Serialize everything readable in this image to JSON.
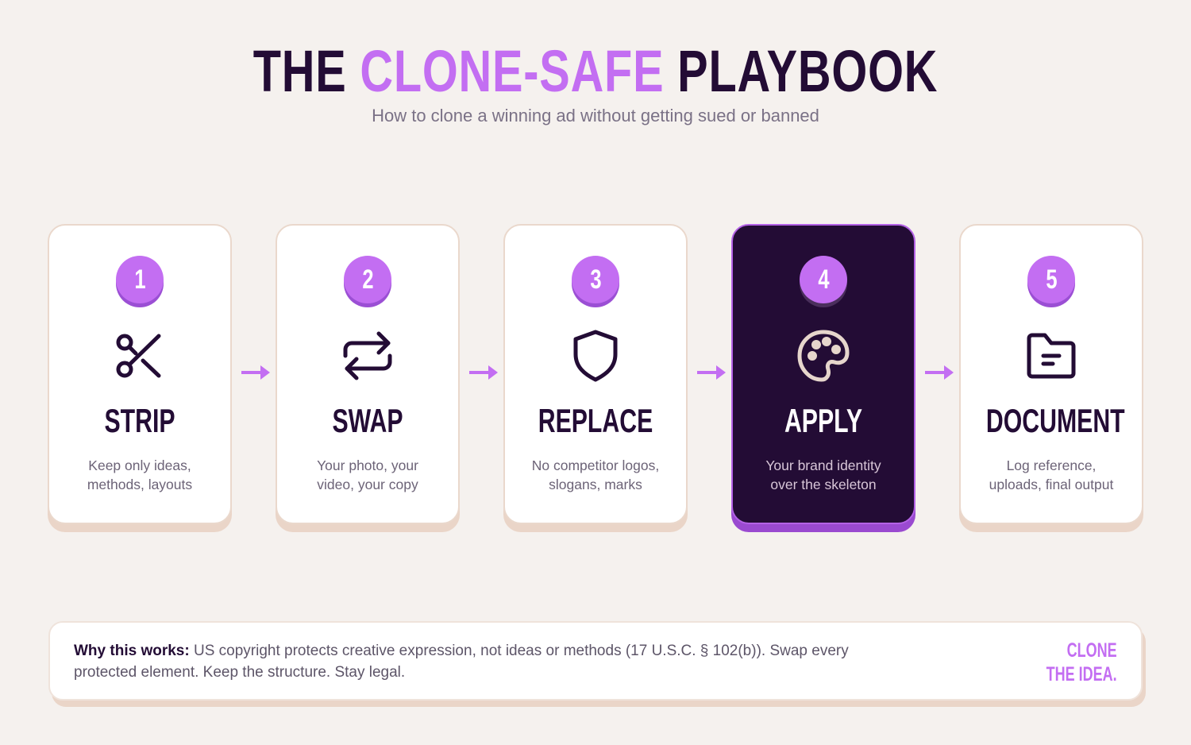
{
  "header": {
    "title_prefix": "THE",
    "title_accent": "CLONE-SAFE",
    "title_suffix": "PLAYBOOK",
    "subtitle": "How to clone a winning ad without getting sued or banned"
  },
  "colors": {
    "background": "#f5f1ee",
    "dark": "#230c35",
    "accent": "#c36ef2",
    "card": "#ffffff",
    "card_shadow": "#ead5c8",
    "muted_text": "#6c6377"
  },
  "steps": [
    {
      "number": "1",
      "title": "STRIP",
      "desc_line1": "Keep only ideas,",
      "desc_line2": "methods, layouts",
      "icon": "scissors-icon",
      "active": false
    },
    {
      "number": "2",
      "title": "SWAP",
      "desc_line1": "Your photo, your",
      "desc_line2": "video, your copy",
      "icon": "swap-arrows-icon",
      "active": false
    },
    {
      "number": "3",
      "title": "REPLACE",
      "desc_line1": "No competitor logos,",
      "desc_line2": "slogans, marks",
      "icon": "shield-icon",
      "active": false
    },
    {
      "number": "4",
      "title": "APPLY",
      "desc_line1": "Your brand identity",
      "desc_line2": "over the skeleton",
      "icon": "palette-icon",
      "active": true
    },
    {
      "number": "5",
      "title": "DOCUMENT",
      "desc_line1": "Log reference,",
      "desc_line2": "uploads, final output",
      "icon": "folder-icon",
      "active": false
    }
  ],
  "footer": {
    "lead": "Why this works:",
    "body": " US copyright protects creative expression, not ideas or methods (17 U.S.C. § 102(b)). Swap every protected element. Keep the structure. Stay legal.",
    "brand_line1": "CLONE",
    "brand_line2": "THE IDEA."
  }
}
